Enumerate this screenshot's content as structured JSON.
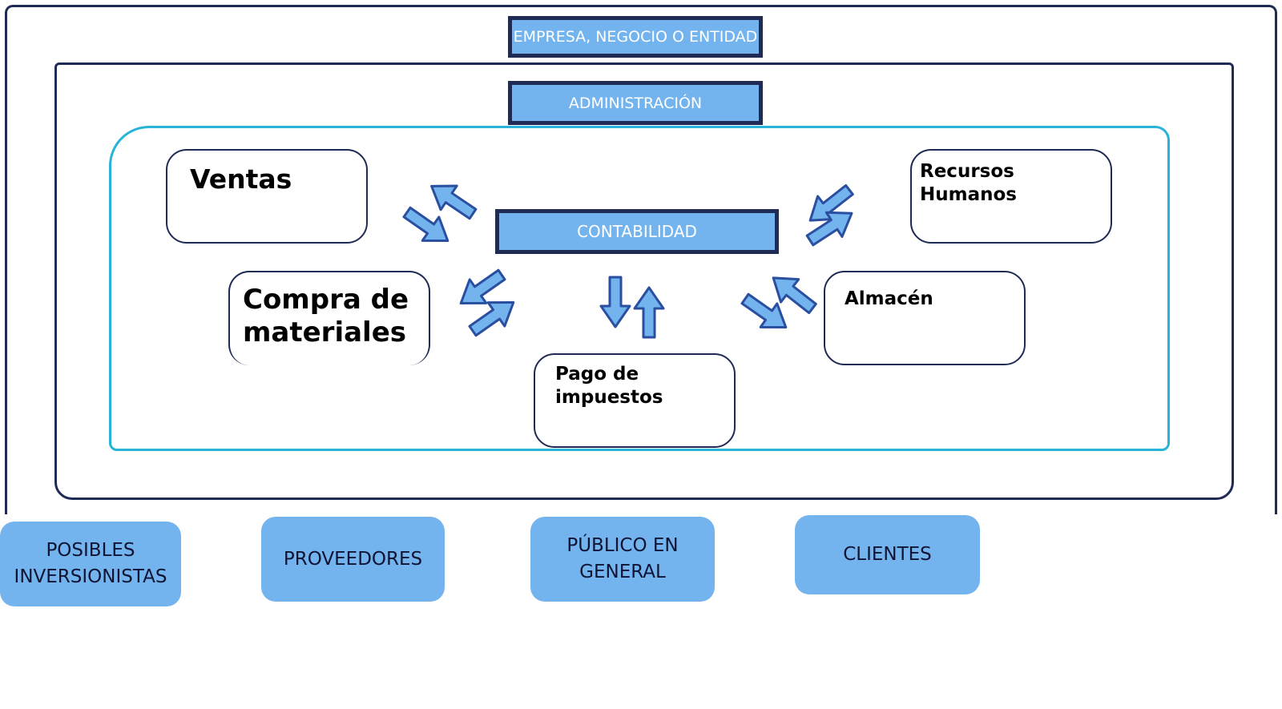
{
  "empresa_label": "EMPRESA, NEGOCIO O ENTIDAD",
  "administracion_label": "ADMINISTRACIÓN",
  "contabilidad_label": "CONTABILIDAD",
  "departments": {
    "ventas": "Ventas",
    "compra": [
      "Compra de",
      "materiales"
    ],
    "recursos_humanos": [
      "Recursos",
      "Humanos"
    ],
    "almacen": "Almacén",
    "pago_impuestos": [
      "Pago de",
      "impuestos"
    ]
  },
  "stakeholders": {
    "posibles_inversionistas": [
      "POSIBLES",
      "INVERSIONISTAS"
    ],
    "proveedores": "PROVEEDORES",
    "publico_general": [
      "PÚBLICO EN",
      "GENERAL"
    ],
    "clientes": "CLIENTES"
  },
  "colors": {
    "box_fill": "#73b3ee",
    "frame_stroke": "#1f2a55",
    "contabilidad_frame": "#27b4d8"
  }
}
